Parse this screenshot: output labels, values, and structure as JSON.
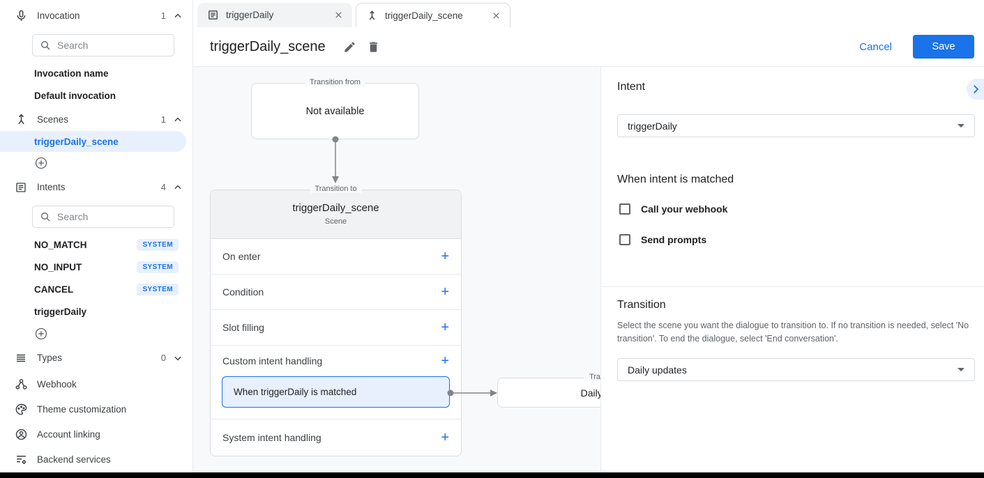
{
  "colors": {
    "accent": "#1a73e8",
    "accent_light": "#e8f0fe",
    "canvas_bg": "#f8f9fa",
    "border": "#dadce0",
    "text_secondary": "#5f6368"
  },
  "sidebar": {
    "search_placeholder": "Search",
    "invocation": {
      "label": "Invocation",
      "count": "1"
    },
    "invocation_items": [
      "Invocation name",
      "Default invocation"
    ],
    "scenes": {
      "label": "Scenes",
      "count": "1"
    },
    "scene_items": [
      {
        "label": "triggerDaily_scene",
        "selected": true
      }
    ],
    "intents": {
      "label": "Intents",
      "count": "4"
    },
    "intent_items": [
      {
        "label": "NO_MATCH",
        "badge": "SYSTEM"
      },
      {
        "label": "NO_INPUT",
        "badge": "SYSTEM"
      },
      {
        "label": "CANCEL",
        "badge": "SYSTEM"
      },
      {
        "label": "triggerDaily",
        "badge": ""
      }
    ],
    "types": {
      "label": "Types",
      "count": "0"
    },
    "links": [
      "Webhook",
      "Theme customization",
      "Account linking",
      "Backend services"
    ]
  },
  "tabs": [
    {
      "label": "triggerDaily",
      "icon": "intent-icon",
      "active": false
    },
    {
      "label": "triggerDaily_scene",
      "icon": "scene-icon",
      "active": true
    }
  ],
  "header": {
    "title": "triggerDaily_scene",
    "cancel_label": "Cancel",
    "save_label": "Save"
  },
  "canvas": {
    "transition_from": {
      "legend": "Transition from",
      "content": "Not available"
    },
    "transition_to": {
      "legend": "Transition to",
      "title": "triggerDaily_scene",
      "subtitle": "Scene",
      "sections": [
        "On enter",
        "Condition",
        "Slot filling",
        "Custom intent handling",
        "System intent handling"
      ],
      "custom_intent_item": "When triggerDaily is matched"
    },
    "next_scene": {
      "legend": "Transition to",
      "title": "Daily updates"
    }
  },
  "panel": {
    "intent_heading": "Intent",
    "intent_value": "triggerDaily",
    "matched_heading": "When intent is matched",
    "checkboxes": [
      "Call your webhook",
      "Send prompts"
    ],
    "transition_heading": "Transition",
    "transition_description": "Select the scene you want the dialogue to transition to. If no transition is needed, select 'No transition'. To end the dialogue, select 'End conversation'.",
    "transition_value": "Daily updates"
  }
}
